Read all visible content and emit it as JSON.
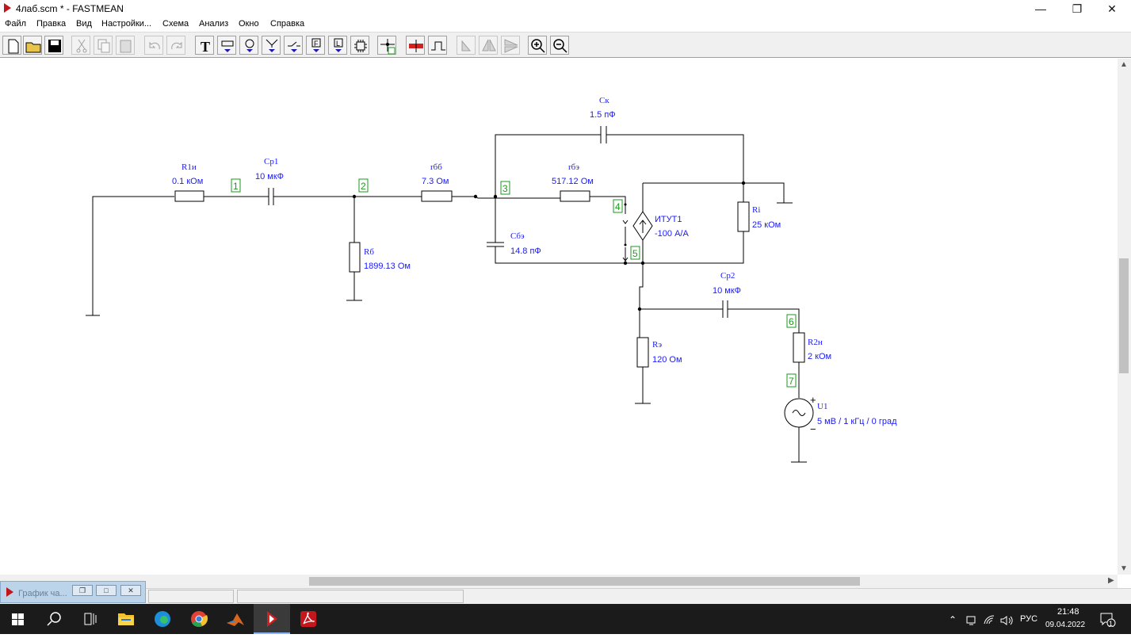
{
  "window": {
    "title": "4лаб.scm * - FASTMEAN"
  },
  "menu": [
    "Файл",
    "Правка",
    "Вид",
    "Настройки...",
    "Схема",
    "Анализ",
    "Окно",
    "Справка"
  ],
  "toolbar": {
    "icons": [
      "new-file-icon",
      "open-folder-icon",
      "save-icon",
      "cut-icon",
      "copy-icon",
      "paste-icon",
      "undo-icon",
      "redo-icon",
      "text-tool-icon",
      "resistor-tool-icon",
      "source-tool-icon",
      "transistor-tool-icon",
      "switch-tool-icon",
      "element-f-icon",
      "element-l-icon",
      "chip-icon",
      "node-tool-icon",
      "wire-red-icon",
      "pulse-icon",
      "rotate-icon",
      "mirror-icon",
      "flip-icon",
      "zoom-in-icon",
      "zoom-out-icon"
    ]
  },
  "circuit": {
    "components": [
      {
        "id": "R1i",
        "name": "R1и",
        "value": "0.1 кОм"
      },
      {
        "id": "Cp1",
        "name": "Cp1",
        "value": "10 мкФ"
      },
      {
        "id": "Rb",
        "name": "Rб",
        "value": "1899.13 Ом"
      },
      {
        "id": "rbb",
        "name": "rбб",
        "value": "7.3 Ом"
      },
      {
        "id": "Ck",
        "name": "Cк",
        "value": "1.5 пФ"
      },
      {
        "id": "rbe",
        "name": "rбэ",
        "value": "517.12 Ом"
      },
      {
        "id": "Cbe",
        "name": "Cбэ",
        "value": "14.8 пФ"
      },
      {
        "id": "ITUT1",
        "name": "ИТУТ1",
        "value": "-100 А/А"
      },
      {
        "id": "Ri",
        "name": "Ri",
        "value": "25 кОм"
      },
      {
        "id": "Cp2",
        "name": "Cp2",
        "value": "10 мкФ"
      },
      {
        "id": "Re",
        "name": "Rэ",
        "value": "120 Ом"
      },
      {
        "id": "R2n",
        "name": "R2н",
        "value": "2 кОм"
      },
      {
        "id": "U1",
        "name": "U1",
        "value": "5 мВ / 1 кГц / 0 град"
      }
    ],
    "nodes": [
      "1",
      "2",
      "3",
      "4",
      "5",
      "6",
      "7"
    ],
    "source_polarity": {
      "plus": "+",
      "minus": "−"
    }
  },
  "minimized_window": {
    "title": "График ча..."
  },
  "taskbar": {
    "apps": [
      "start-icon",
      "search-icon",
      "task-view-icon",
      "file-explorer-icon",
      "edge-icon",
      "chrome-icon",
      "matlab-icon",
      "fastmean-icon",
      "acrobat-icon"
    ],
    "lang": "РУС",
    "time": "21:48",
    "date": "09.04.2022",
    "notifications": "1"
  },
  "colors": {
    "label": "#1a1aff",
    "node": "#1a9a1a",
    "wire": "#000000"
  }
}
